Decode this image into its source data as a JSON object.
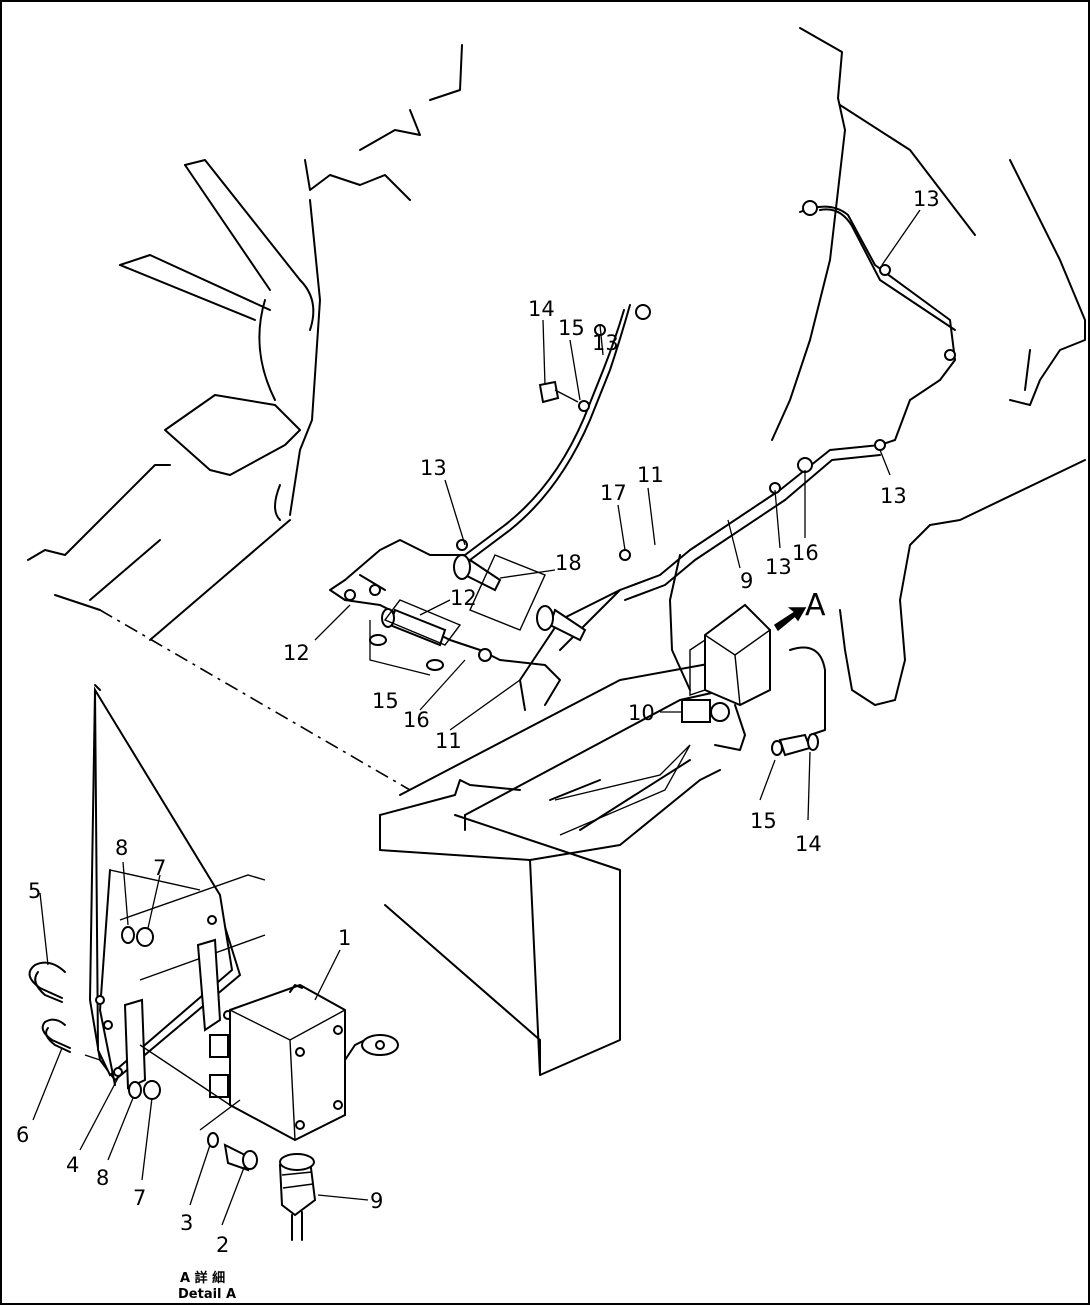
{
  "drawing": {
    "view_label": "A",
    "callouts": {
      "c13_top_right": "13",
      "c14_top": "14",
      "c15_top": "15",
      "c13_mid": "13",
      "c13_left": "13",
      "c17": "17",
      "c11_top": "11",
      "c18": "18",
      "c12_right": "12",
      "c12_left": "12",
      "c15_left": "15",
      "c16_left": "16",
      "c11_bottom": "11",
      "c9_mid": "9",
      "c13_lower": "13",
      "c16_right": "16",
      "c13_far_right": "13",
      "c10": "10",
      "c15_right": "15",
      "c14_right": "14"
    },
    "detail_callouts": {
      "d1": "1",
      "d2": "2",
      "d3": "3",
      "d4": "4",
      "d5": "5",
      "d6": "6",
      "d7_top": "7",
      "d8_top": "8",
      "d7_bottom": "7",
      "d8_bottom": "8",
      "d9": "9"
    },
    "caption": {
      "japanese": "A 詳 細",
      "english": "Detail A"
    }
  }
}
